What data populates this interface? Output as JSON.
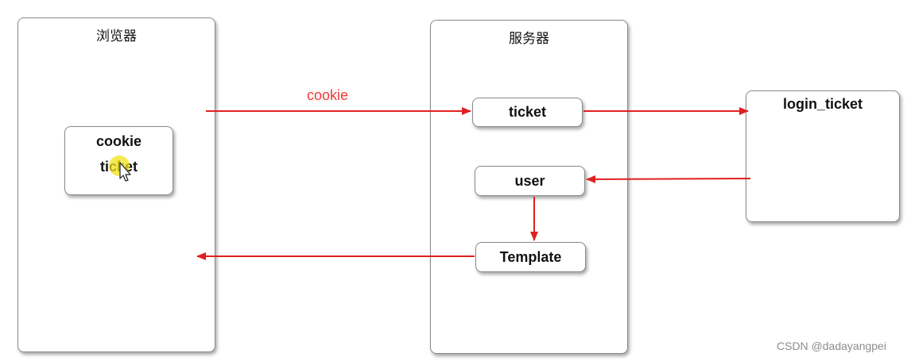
{
  "panels": {
    "browser_title": "浏览器",
    "server_title": "服务器"
  },
  "browser": {
    "cookie_title": "cookie",
    "cookie_item": "ticket"
  },
  "server": {
    "ticket_label": "ticket",
    "user_label": "user",
    "template_label": "Template"
  },
  "external": {
    "login_ticket_label": "login_ticket"
  },
  "arrows": {
    "cookie_label": "cookie",
    "color": "#e02020"
  },
  "watermark": "CSDN @dadayangpei"
}
